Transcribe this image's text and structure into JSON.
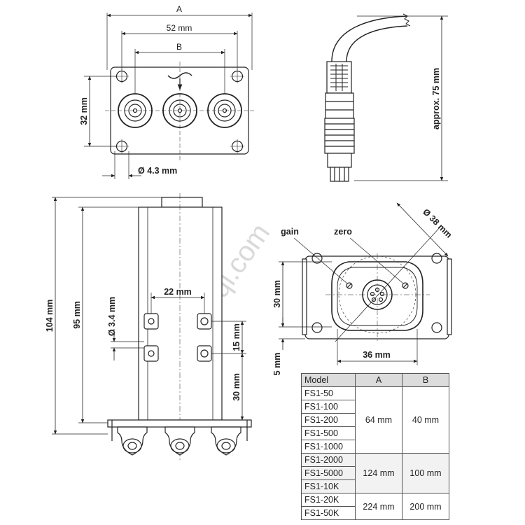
{
  "top_view": {
    "dim_a": "A",
    "dim_52": "52 mm",
    "dim_b": "B",
    "dim_32": "32 mm",
    "dim_hole": "Ø 4.3 mm"
  },
  "cable_view": {
    "dim_length": "approx. 75 mm"
  },
  "side_view": {
    "dim_104": "104 mm",
    "dim_95": "95 mm",
    "dim_22": "22 mm",
    "dim_34": "Ø 3.4 mm",
    "dim_15": "15 mm",
    "dim_30": "30 mm"
  },
  "bottom_view": {
    "label_gain": "gain",
    "label_zero": "zero",
    "dim_38": "Ø 38 mm",
    "dim_30": "30 mm",
    "dim_5": "5 mm",
    "dim_36": "36 mm"
  },
  "watermark": "uyiqi.com",
  "table": {
    "headers": [
      "Model",
      "A",
      "B"
    ],
    "groups": [
      {
        "models": [
          "FS1-50",
          "FS1-100",
          "FS1-200",
          "FS1-500",
          "FS1-1000"
        ],
        "a": "64 mm",
        "b": "40 mm"
      },
      {
        "models": [
          "FS1-2000",
          "FS1-5000",
          "FS1-10K"
        ],
        "a": "124 mm",
        "b": "100 mm"
      },
      {
        "models": [
          "FS1-20K",
          "FS1-50K"
        ],
        "a": "224 mm",
        "b": "200 mm"
      }
    ]
  }
}
